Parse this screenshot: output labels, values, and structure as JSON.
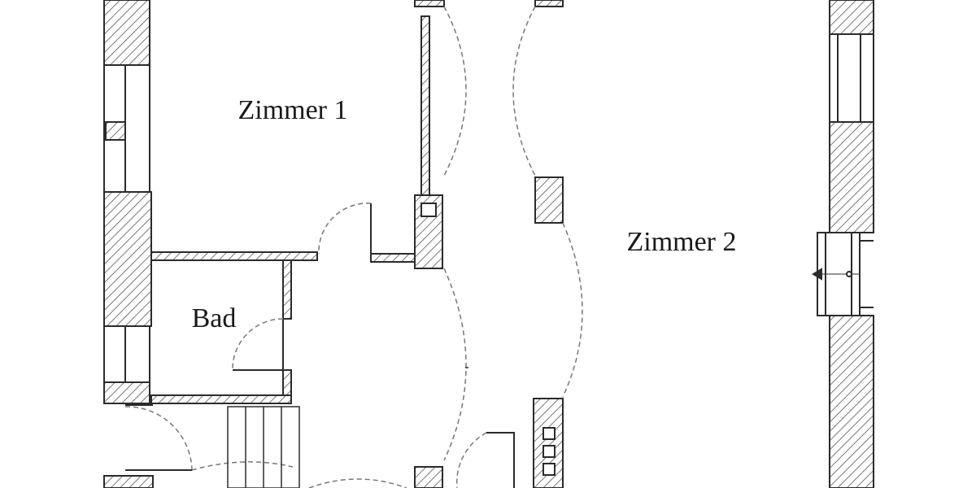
{
  "plan": {
    "rooms": [
      {
        "id": "zimmer-1",
        "label": "Zimmer 1"
      },
      {
        "id": "zimmer-2",
        "label": "Zimmer 2"
      },
      {
        "id": "bad",
        "label": "Bad"
      }
    ],
    "colors": {
      "line": "#2b2b2b",
      "wall_fill": "#ffffff",
      "hatch": "#555555",
      "door_arc": "#777777",
      "background": "#ffffff"
    }
  }
}
